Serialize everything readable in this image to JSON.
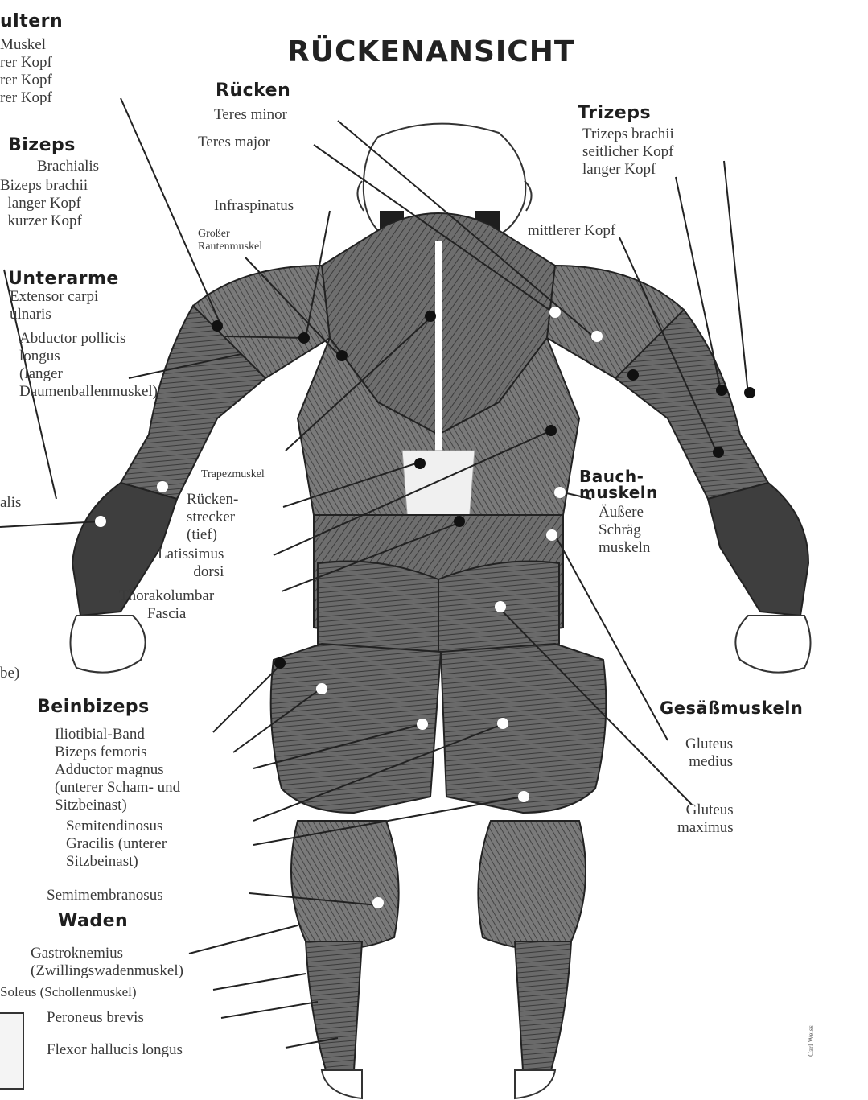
{
  "title": "RÜCKENANSICHT",
  "groups": {
    "schultern": "ultern",
    "bizeps": "Bizeps",
    "unterarme": "Unterarme",
    "ruecken": "Rücken",
    "trizeps": "Trizeps",
    "bauchmuskeln": "Bauch-\nmuskeln",
    "gesaess": "Gesäßmuskeln",
    "beinbizeps": "Beinbizeps",
    "waden": "Waden"
  },
  "labels": {
    "schultern_lines": "Muskel\nrer Kopf\nrer Kopf\nrer Kopf",
    "brachialis": "Brachialis",
    "bizeps_brachii": "Bizeps brachii\n  langer Kopf\n  kurzer Kopf",
    "extensor": "Extensor carpi\nulnaris",
    "abductor": "Abductor pollicis\nlongus\n(langer\nDaumenballenmuskel)",
    "alis": "alis",
    "left_cut": "be)",
    "teres_minor": "Teres minor",
    "teres_major": "Teres major",
    "infraspinatus": "Infraspinatus",
    "rautenmuskel": "Großer\nRautenmuskel",
    "trapezmuskel": "Trapezmuskel",
    "rueckenstrecker": "Rücken-\nstrecker\n(tief)",
    "latissimus": "Latissimus\ndorsi",
    "thorakolumbar": "Thorakolumbar\nFascia",
    "trizeps_lines": "Trizeps brachii\nseitlicher Kopf\nlanger Kopf",
    "mittlerer": "mittlerer Kopf",
    "schraeg": "Äußere\nSchräg\nmuskeln",
    "gluteus_medius": "Gluteus\nmedius",
    "gluteus_maximus": "Gluteus\nmaximus",
    "beinbizeps_lines": "Iliotibial-Band\nBizeps femoris\nAdductor magnus\n(unterer Scham- und\nSitzbeinast)",
    "semitendinosus": "Semitendinosus\nGracilis (unterer\nSitzbeinast)",
    "semimembranosus": "Semimembranosus",
    "gastroknemius": "Gastroknemius\n(Zwillingswadenmuskel)",
    "soleus": "Soleus (Schollenmuskel)",
    "peroneus": "Peroneus brevis",
    "flexor": "Flexor hallucis longus"
  },
  "signature": "Carl Weiss"
}
